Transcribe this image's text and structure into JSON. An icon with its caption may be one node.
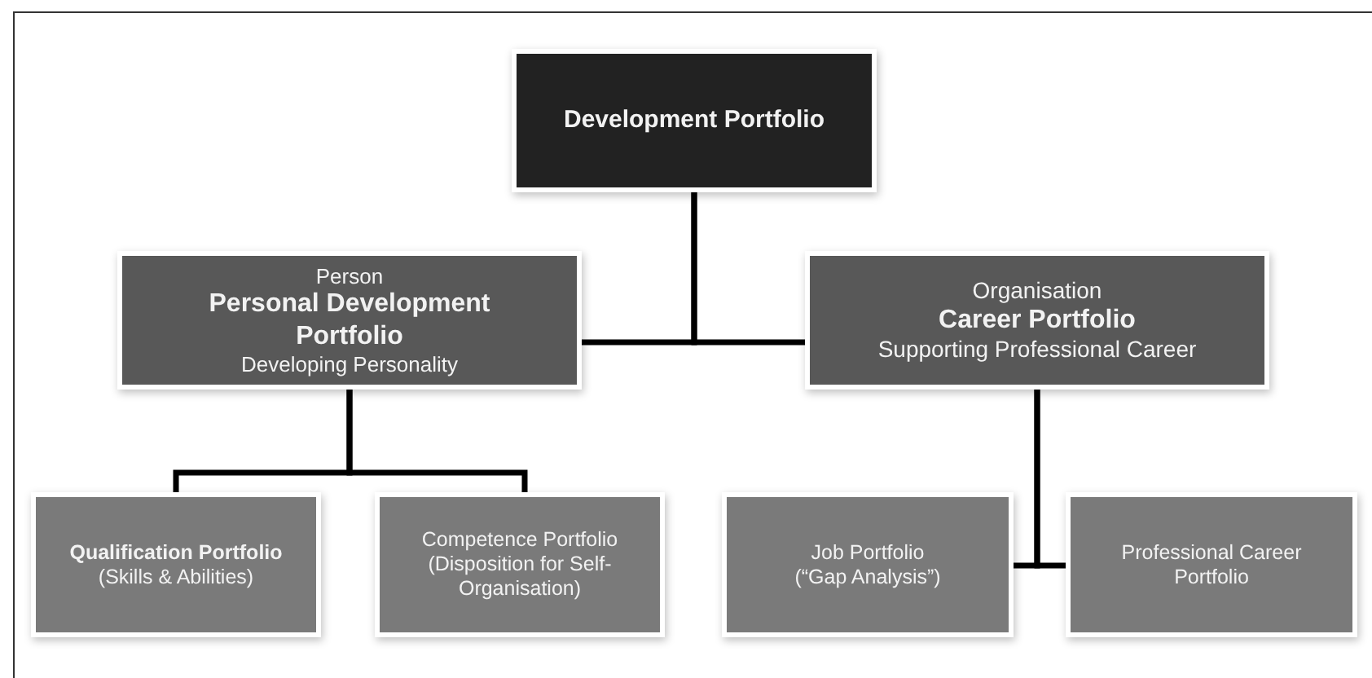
{
  "diagram": {
    "nodes": [
      {
        "text": [
          "Development Portfolio"
        ]
      },
      {
        "text": [
          "Person",
          "Personal Development Portfolio",
          "Developing Personality"
        ]
      },
      {
        "text": [
          "Organisation",
          "Career Portfolio",
          "Supporting Professional Career"
        ]
      },
      {
        "text": [
          "Qualification Portfolio",
          "(Skills & Abilities)"
        ]
      },
      {
        "text": [
          "Competence Portfolio",
          "(Disposition for Self-Organisation)"
        ]
      },
      {
        "text": [
          "Job Portfolio",
          "(“Gap Analysis”)"
        ]
      },
      {
        "text": [
          "Professional Career Portfolio"
        ]
      }
    ],
    "edges": [
      {
        "from": 0,
        "to": 1,
        "arrow": "none"
      },
      {
        "from": 0,
        "to": 2,
        "arrow": "none"
      },
      {
        "from": 1,
        "to": 3,
        "arrow": "none"
      },
      {
        "from": 1,
        "to": 4,
        "arrow": "none"
      },
      {
        "from": 2,
        "to": 5,
        "arrow": "none"
      },
      {
        "from": 2,
        "to": 6,
        "arrow": "none"
      }
    ]
  }
}
